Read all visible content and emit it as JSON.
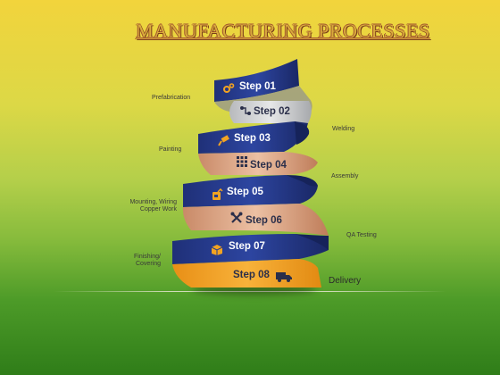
{
  "title": "MANUFACTURING PROCESSES",
  "steps": [
    {
      "label": "Step 01",
      "icon": "gears-icon"
    },
    {
      "label": "Step 02",
      "icon": "connector-icon"
    },
    {
      "label": "Step 03",
      "icon": "paint-roller-icon"
    },
    {
      "label": "Step 04",
      "icon": "grid-icon"
    },
    {
      "label": "Step 05",
      "icon": "fuel-can-icon"
    },
    {
      "label": "Step 06",
      "icon": "tools-icon"
    },
    {
      "label": "Step 07",
      "icon": "box-icon"
    },
    {
      "label": "Step 08",
      "icon": "truck-icon"
    }
  ],
  "process_labels": {
    "prefabrication": "Prefabrication",
    "welding": "Welding",
    "painting": "Painting",
    "assembly": "Assembly",
    "mounting": "Mounting, Wiring Copper Work",
    "qa_testing": "QA Testing",
    "finishing": "Finishing/ Covering",
    "delivery": "Delivery"
  },
  "colors": {
    "navy": "#283c8c",
    "silver": "#cfd1d3",
    "peach": "#e0ab8c",
    "orange": "#f2a322",
    "title": "#d9aa3c"
  }
}
